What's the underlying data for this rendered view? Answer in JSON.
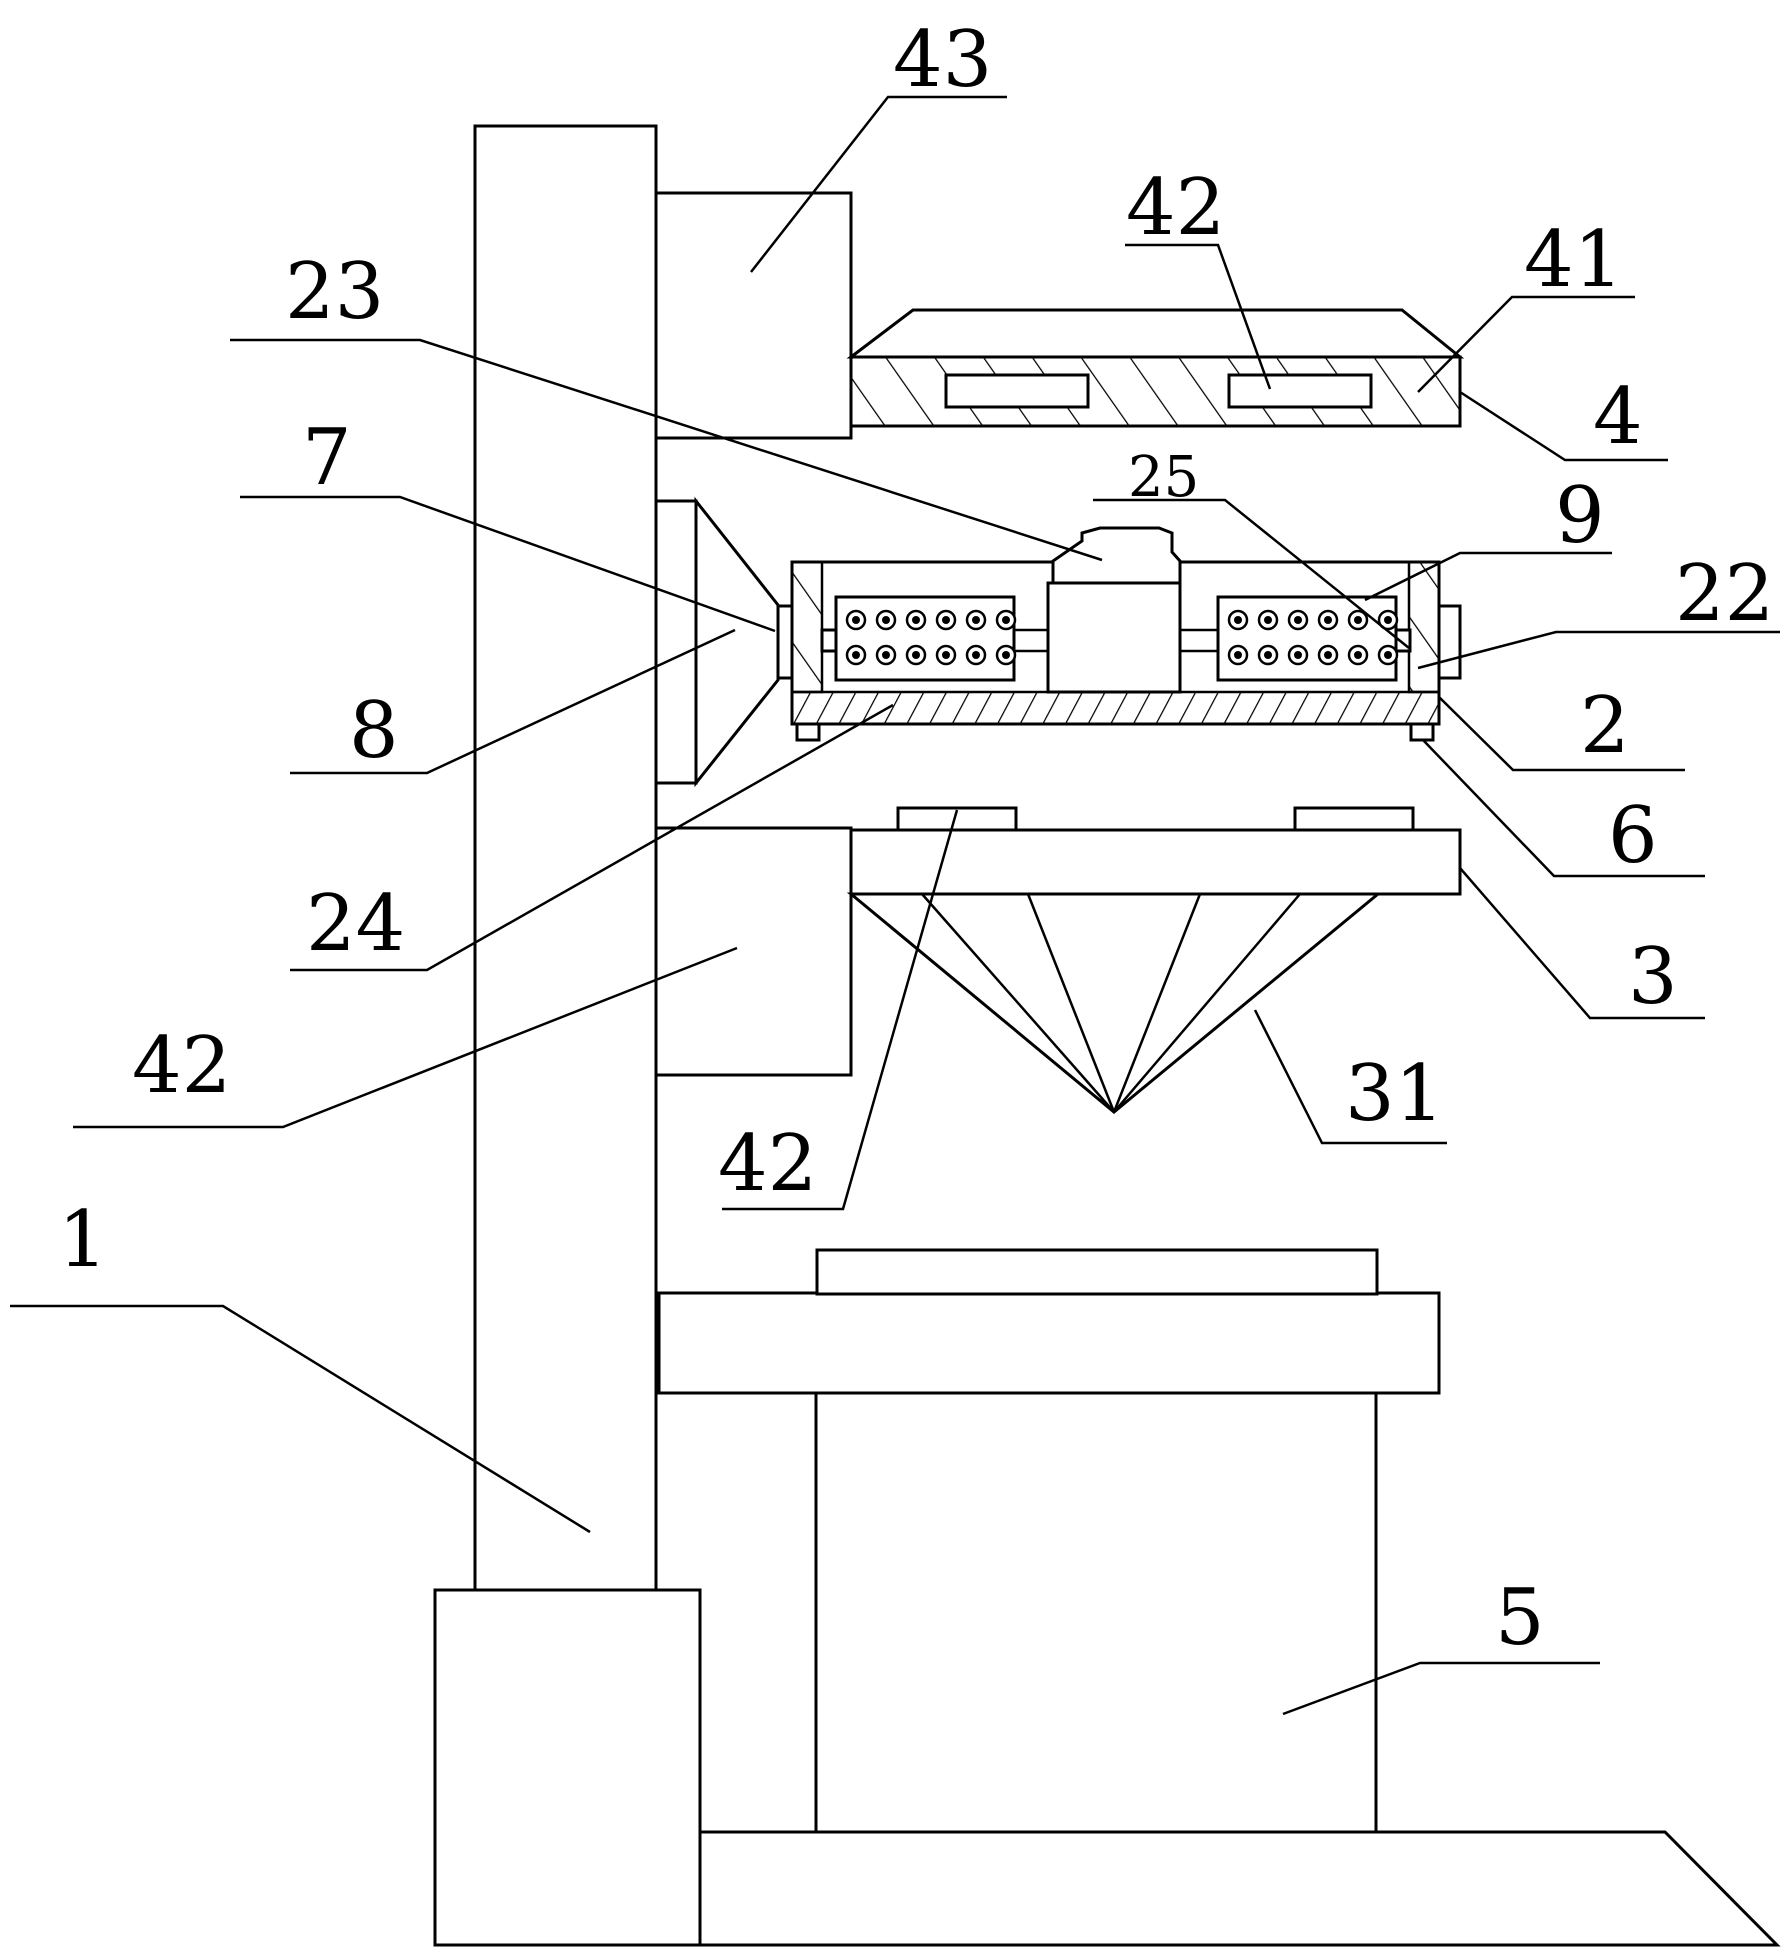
{
  "labels": {
    "l1": "1",
    "l2": "2",
    "l3": "3",
    "l4": "4",
    "l5": "5",
    "l6": "6",
    "l7": "7",
    "l8": "8",
    "l9": "9",
    "l22": "22",
    "l23": "23",
    "l24": "24",
    "l25": "25",
    "l31": "31",
    "l41": "41",
    "l42_top": "42",
    "l42_left": "42",
    "l42_bottom": "42",
    "l43": "43"
  }
}
